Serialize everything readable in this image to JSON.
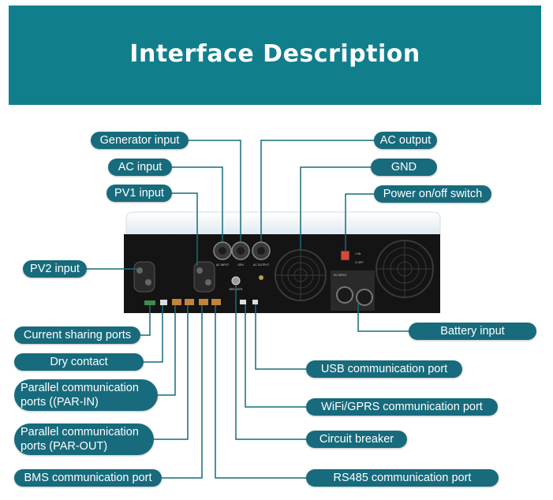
{
  "header": {
    "title": "Interface Description"
  },
  "device": {
    "port_texts": {
      "ac_input": "AC INPUT",
      "gen": "GEN",
      "ac_output": "AC OUTPUT",
      "breaker": "BREAKER",
      "battery": "DC INPUT",
      "switch_on": "I ON",
      "switch_off": "O OFF"
    }
  },
  "labels": {
    "generator_input": "Generator input",
    "ac_input": "AC input",
    "pv1_input": "PV1 input",
    "pv2_input": "PV2 input",
    "current_sharing": "Current sharing ports",
    "dry_contact": "Dry contact",
    "par_in_1": "Parallel communication",
    "par_in_2": "ports ((PAR-IN)",
    "par_out_1": "Parallel communication",
    "par_out_2": "ports (PAR-OUT)",
    "bms": "BMS communication port",
    "ac_output": "AC output",
    "gnd": "GND",
    "power_switch": "Power on/off switch",
    "battery_input": "Battery input",
    "usb": "USB communication port",
    "wifi": "WiFi/GPRS communication port",
    "breaker": "Circuit breaker",
    "rs485": "RS485 communication port"
  },
  "colors": {
    "banner": "#117e8c",
    "pill": "#176b7c",
    "leader": "#176b7c",
    "panel": "#141414"
  }
}
